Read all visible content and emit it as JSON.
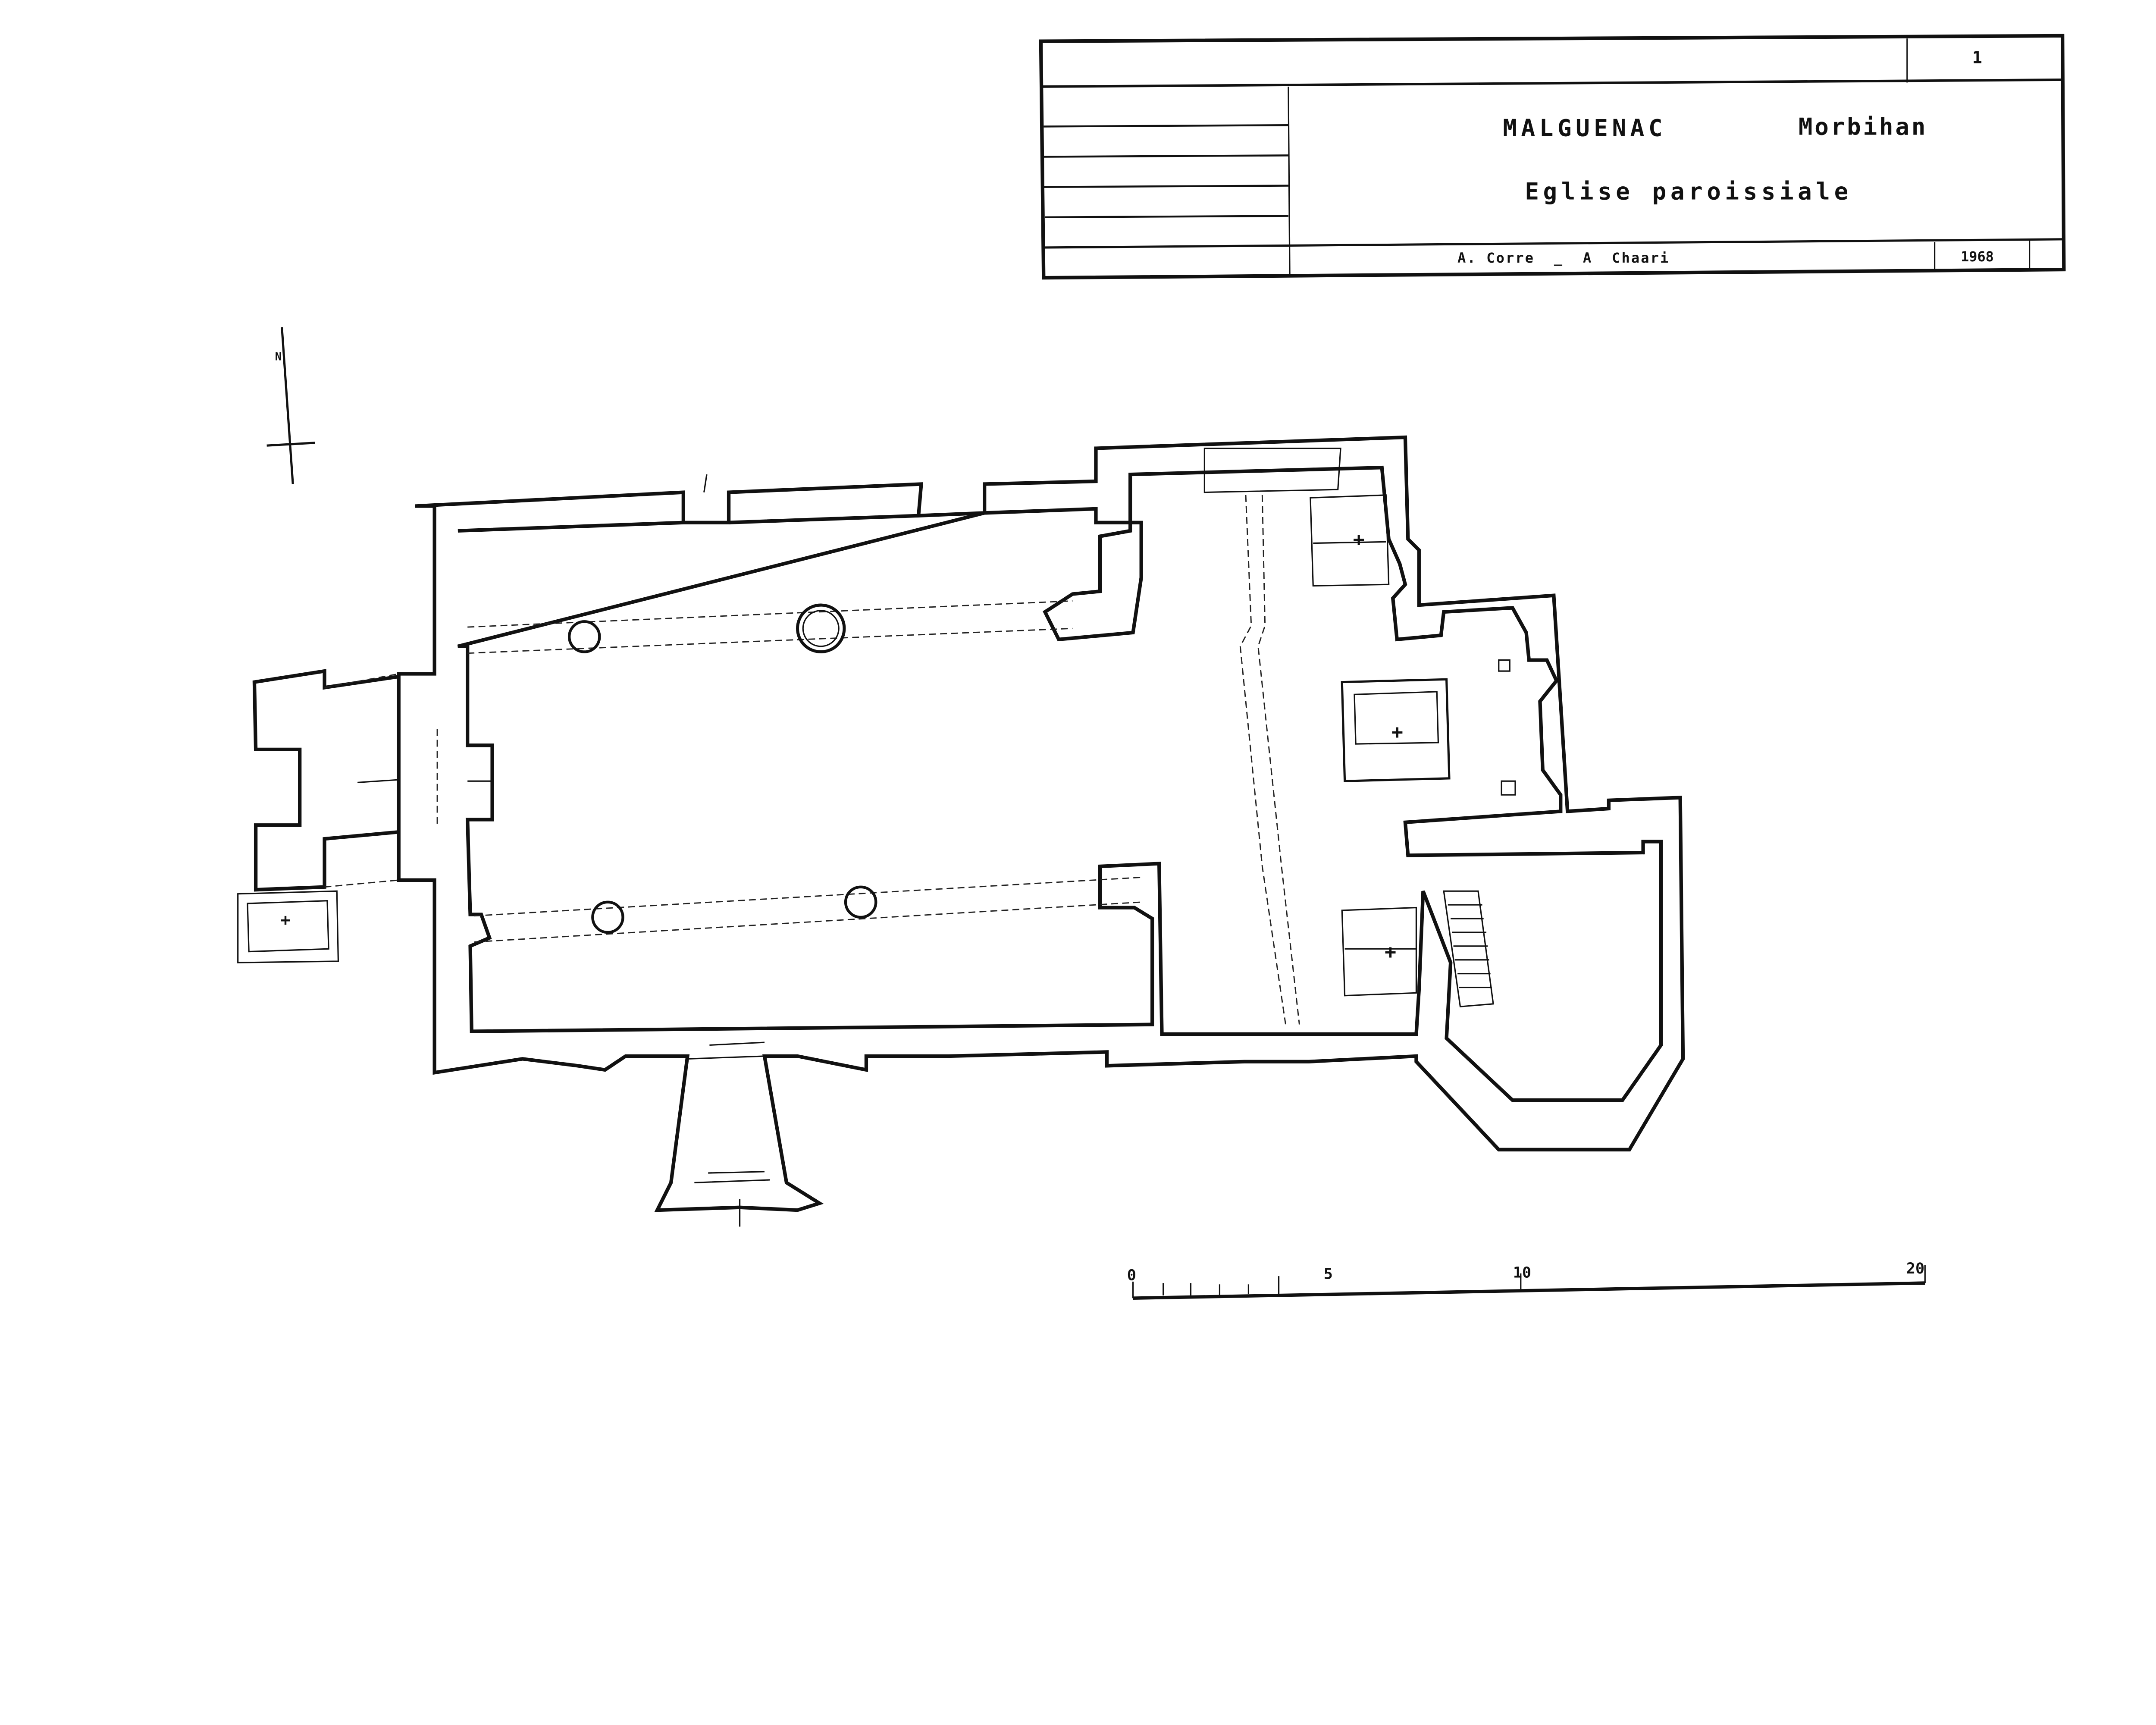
{
  "title_block": {
    "sheet_number": "1",
    "commune": "MALGUENAC",
    "department": "Morbihan",
    "building": "Eglise paroissiale",
    "authors": "A. Corre  _  A  Chaari",
    "year": "1968"
  },
  "north_arrow": {
    "label": "N"
  },
  "scale_bar": {
    "unit": "m",
    "ticks": [
      "0",
      "5",
      "10",
      "20"
    ],
    "minor_divisions_first_segment": 5
  },
  "colors": {
    "ink": "#111111",
    "paper": "#ffffff"
  }
}
